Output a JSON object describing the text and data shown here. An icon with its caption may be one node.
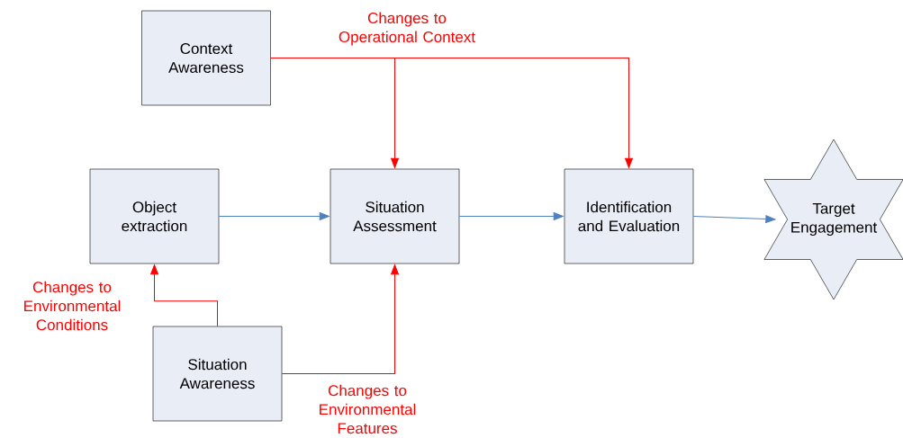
{
  "diagram": {
    "nodes": [
      {
        "text": [
          "Context Awareness"
        ]
      },
      {
        "text": [
          "Object extraction"
        ]
      },
      {
        "text": [
          "Situation Assessment"
        ]
      },
      {
        "text": [
          "Identification and Evaluation"
        ]
      },
      {
        "text": [
          "Target Engagement"
        ]
      },
      {
        "text": [
          "Situation Awareness"
        ]
      }
    ],
    "edges": [
      {
        "from": 0,
        "to": 2,
        "arrow": "to",
        "label": "Changes to Operational Context"
      },
      {
        "from": 0,
        "to": 3,
        "arrow": "to"
      },
      {
        "from": 1,
        "to": 2,
        "arrow": "to",
        "color": "#4f81bd"
      },
      {
        "from": 2,
        "to": 3,
        "arrow": "to",
        "color": "#4f81bd"
      },
      {
        "from": 3,
        "to": 4,
        "arrow": "to",
        "color": "#4f81bd"
      },
      {
        "from": 5,
        "to": 1,
        "arrow": "to",
        "label": "Changes to Environmental Conditions"
      },
      {
        "from": 5,
        "to": 2,
        "arrow": "to",
        "label": "Changes to Environmental Features"
      }
    ]
  }
}
